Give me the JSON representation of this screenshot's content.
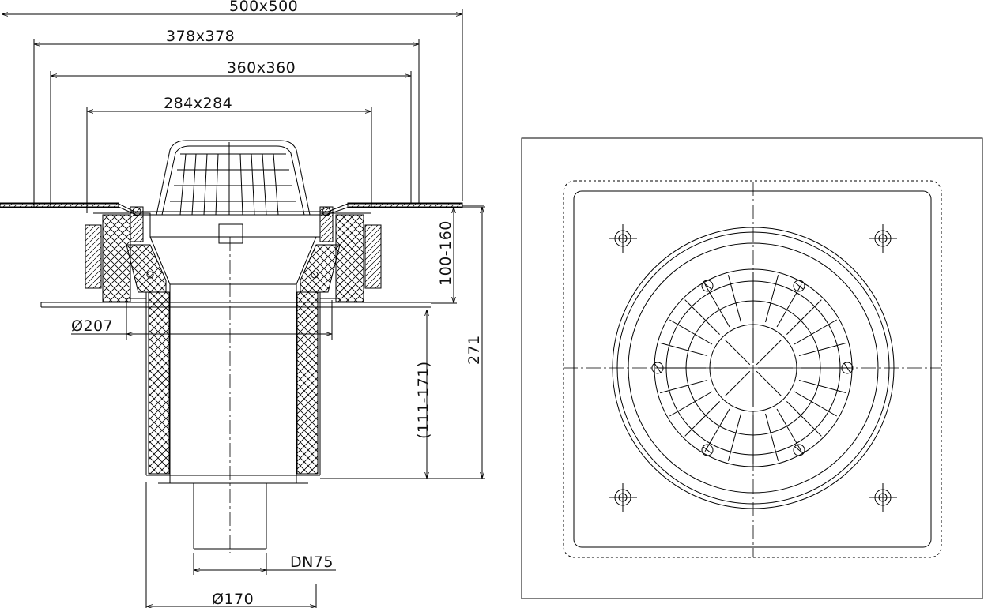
{
  "colors": {
    "line": "#000000",
    "hatch": "#000000",
    "background": "#ffffff"
  },
  "dimensions": {
    "overall_flange": "500x500",
    "flange_378": "378x378",
    "flange_360": "360x360",
    "flange_284": "284x284",
    "height_adjust": "100-160",
    "total_height": "271",
    "insert_range": "(111-171)",
    "diameter_207": "Ø207",
    "outlet_dn": "DN75",
    "diameter_170": "Ø170"
  }
}
